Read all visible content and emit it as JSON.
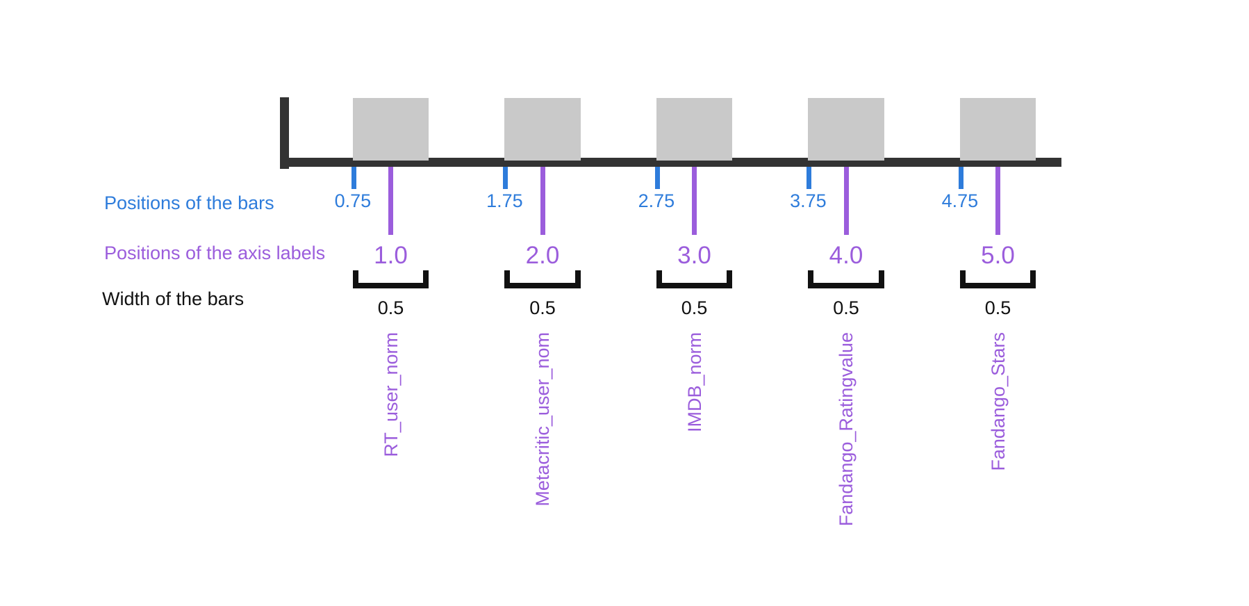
{
  "colors": {
    "blue": "#2E7CDB",
    "purple": "#9B5DDC",
    "axis": "#333333",
    "bar": "#C9C9C9",
    "ink": "#111111"
  },
  "captions": {
    "bar_positions": "Positions of the bars",
    "axis_label_positions": "Positions of the axis labels",
    "bar_width": "Width of the bars"
  },
  "chart_data": {
    "type": "bar",
    "description_visible": false,
    "bar_positions": [
      0.75,
      1.75,
      2.75,
      3.75,
      4.75
    ],
    "bar_position_labels": [
      "0.75",
      "1.75",
      "2.75",
      "3.75",
      "4.75"
    ],
    "axis_label_positions": [
      1.0,
      2.0,
      3.0,
      4.0,
      5.0
    ],
    "axis_label_texts": [
      "1.0",
      "2.0",
      "3.0",
      "4.0",
      "5.0"
    ],
    "bar_width": 0.5,
    "bar_width_labels": [
      "0.5",
      "0.5",
      "0.5",
      "0.5",
      "0.5"
    ],
    "category_labels": [
      "RT_user_norm",
      "Metacritic_user_nom",
      "IMDB_norm",
      "Fandango_Ratingvalue",
      "Fandango_Stars"
    ],
    "bars_equal_height": true,
    "grid": false,
    "legend": false
  }
}
